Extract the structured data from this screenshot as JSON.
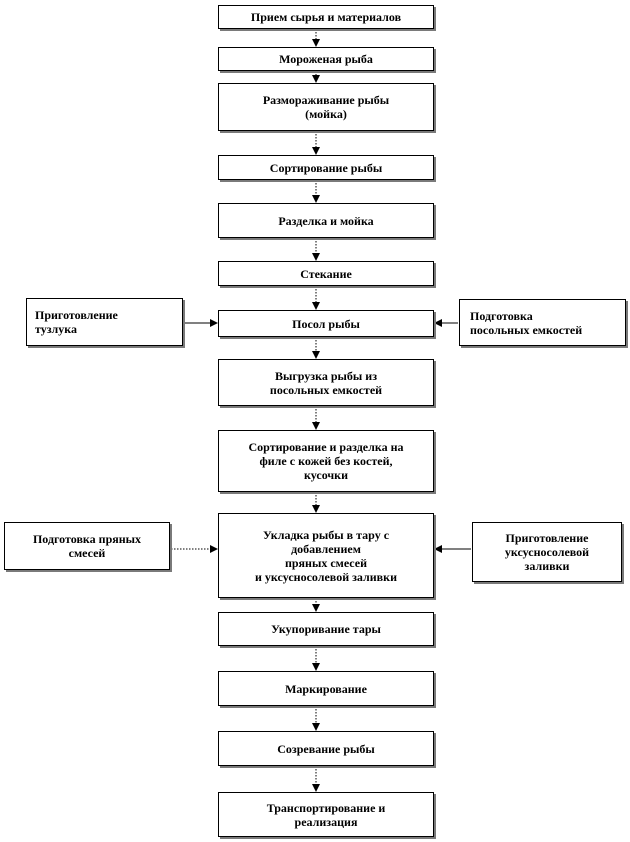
{
  "steps": [
    "Прием сырья  и материалов",
    "Мороженая рыба",
    "Размораживание рыбы\n(мойка)",
    "Сортирование рыбы",
    "Разделка и мойка",
    "Стекание",
    "Посол рыбы",
    "Выгрузка  рыбы из\nпосольных емкостей",
    "Сортирование и разделка на\nфиле с кожей без костей,\nкусочки",
    "Укладка рыбы в тару с\nдобавлением\nпряных смесей\nи уксусносолевой заливки",
    "Укупоривание тары",
    "Маркирование",
    "Созревание рыбы",
    "Транспортирование и\nреализация"
  ],
  "side": {
    "tuzluk": "Приготовление\nтузлука",
    "posol_tanks": "Подготовка\nпосольных емкостей",
    "spice_mix": "Подготовка пряных\nсмесей",
    "marinade": "Приготовление\nуксусносолевой\nзаливки"
  }
}
